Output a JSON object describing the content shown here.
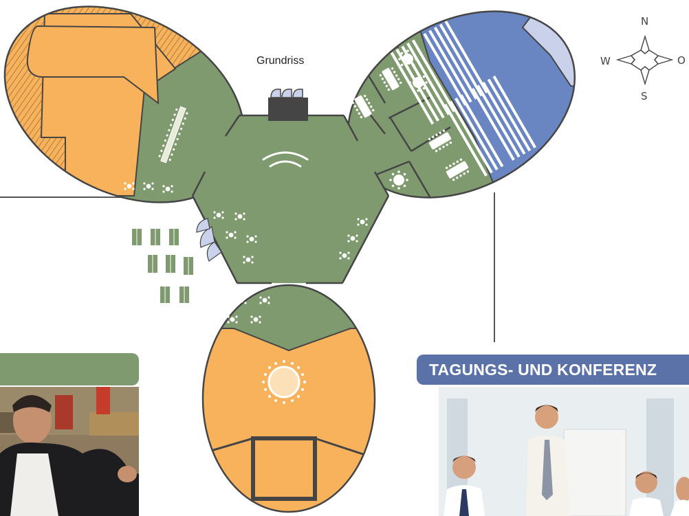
{
  "title": "Grundriss",
  "compass": {
    "north": "N",
    "south": "S",
    "west": "W",
    "east": "O"
  },
  "banners": {
    "left_label": "",
    "right_label": "TAGUNGS- UND KONFERENZ"
  },
  "colors": {
    "green_hall": "#7f9a6f",
    "orange_room": "#f9b25c",
    "blue_room": "#6a86c2",
    "light_blue": "#c9d2ea",
    "banner_blue": "#5b72a8",
    "outline": "#454545"
  },
  "photos": {
    "left_photo": "chef-photo",
    "right_photo": "business-team-photo"
  }
}
